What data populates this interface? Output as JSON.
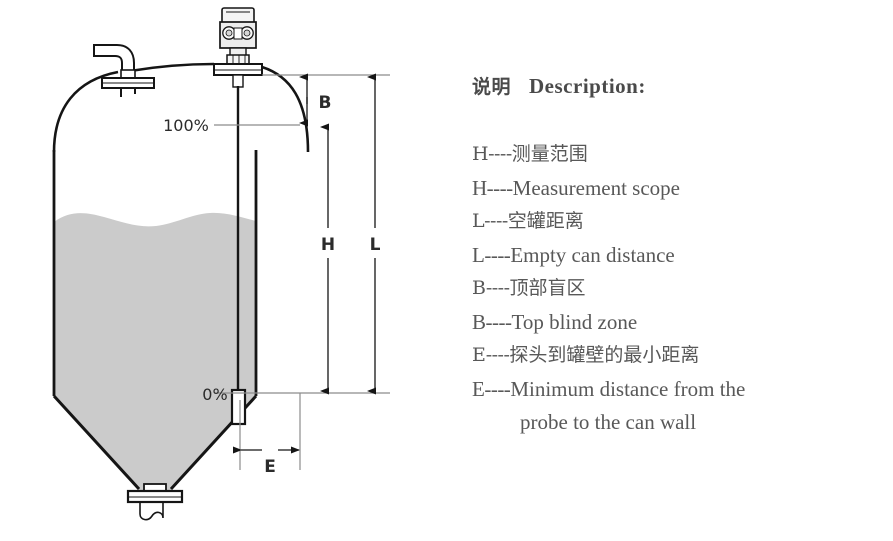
{
  "legend": {
    "title_cn": "说明",
    "title_en": "Description:",
    "entries": [
      {
        "key": "H----",
        "text": "测量范围",
        "lang": "cn"
      },
      {
        "key": "H----",
        "text": "Measurement scope",
        "lang": "en"
      },
      {
        "key": "L----",
        "text": "空罐距离",
        "lang": "cn"
      },
      {
        "key": "L----",
        "text": "Empty can distance",
        "lang": "en"
      },
      {
        "key": "B----",
        "text": "顶部盲区",
        "lang": "cn"
      },
      {
        "key": "B----",
        "text": "Top blind zone",
        "lang": "en"
      },
      {
        "key": "E----",
        "text": "探头到罐壁的最小距离",
        "lang": "cn"
      },
      {
        "key": "E----",
        "text": "Minimum distance from the",
        "lang": "en"
      },
      {
        "key": "",
        "text": "probe to the can wall",
        "lang": "en",
        "indent": true
      }
    ]
  },
  "diagram": {
    "labels": {
      "level_top": "100%",
      "level_bottom": "0%",
      "dim_b": "B",
      "dim_h": "H",
      "dim_l": "L",
      "dim_e": "E"
    },
    "colors": {
      "liquid_fill": "#cbcbcb",
      "outline": "#151515",
      "thin_line": "#8c8c8c",
      "device_fill": "#f2f2f2",
      "flange_fill": "#ffffff"
    }
  }
}
